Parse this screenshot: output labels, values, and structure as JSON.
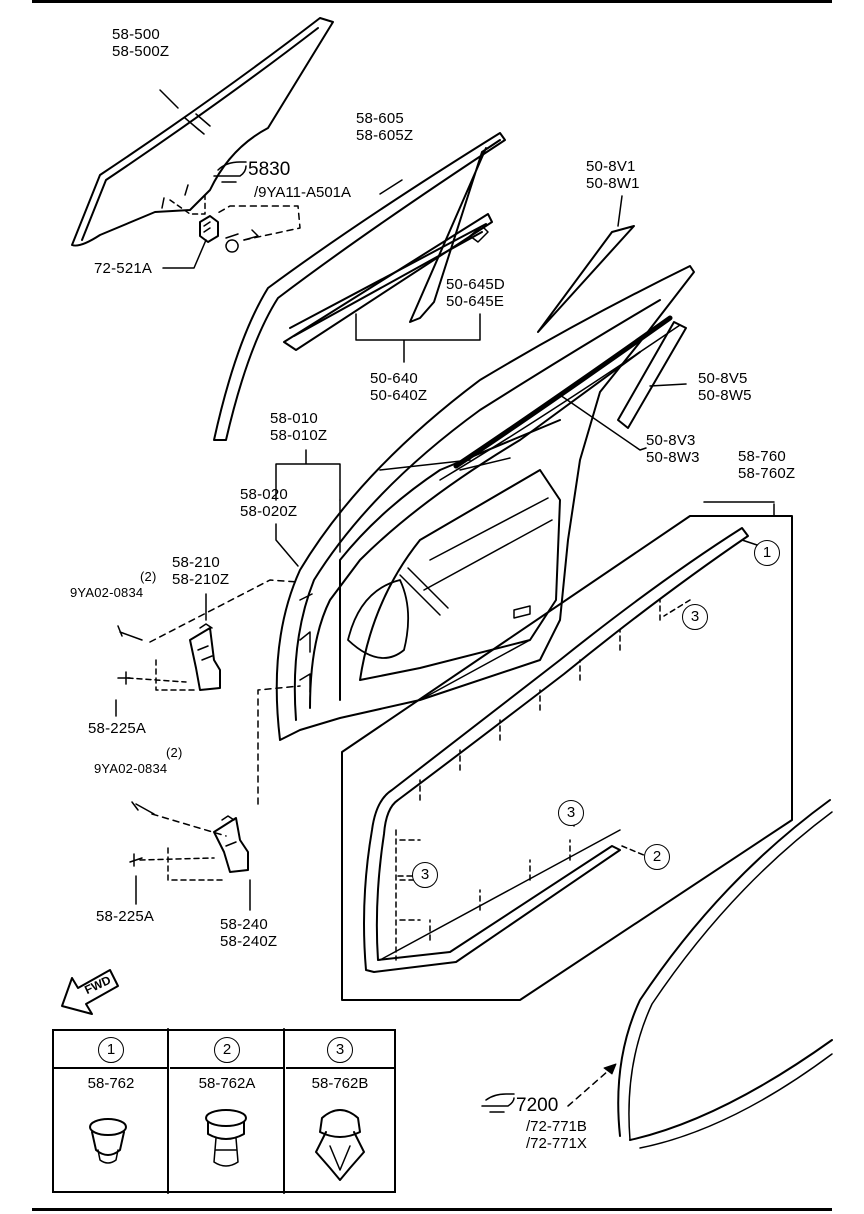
{
  "callouts": {
    "window_glass": [
      "58-500",
      "58-500Z"
    ],
    "glass_channel": [
      "58-605",
      "58-605Z"
    ],
    "ref_5830": "5830",
    "ref_5830_sub": "/9YA11-A501A",
    "glass_clip": "72-521A",
    "triangle_trim": [
      "50-8V1",
      "50-8W1"
    ],
    "outer_clip": [
      "50-645D",
      "50-645E"
    ],
    "beltline_moulding": [
      "50-640",
      "50-640Z"
    ],
    "sash_trim_rear": [
      "50-8V5",
      "50-8W5"
    ],
    "sash_trim_front": [
      "50-8V3",
      "50-8W3"
    ],
    "door_panel": [
      "58-010",
      "58-010Z"
    ],
    "door_shell": [
      "58-020",
      "58-020Z"
    ],
    "weatherstrip": [
      "58-760",
      "58-760Z"
    ],
    "upper_hinge": [
      "58-210",
      "58-210Z"
    ],
    "bolt_upper_qty": "(2)",
    "bolt_upper": "9YA02-0834",
    "nut_upper": "58-225A",
    "bolt_lower_qty": "(2)",
    "bolt_lower": "9YA02-0834",
    "nut_lower": "58-225A",
    "lower_hinge": [
      "58-240",
      "58-240Z"
    ],
    "ref_7200": "7200",
    "ref_7200_sub": [
      "/72-771B",
      "/72-771X"
    ]
  },
  "clip_markers": [
    "1",
    "2",
    "3"
  ],
  "fwd_label": "FWD",
  "legend": [
    {
      "marker": "1",
      "part": "58-762"
    },
    {
      "marker": "2",
      "part": "58-762A"
    },
    {
      "marker": "3",
      "part": "58-762B"
    }
  ],
  "icons": [
    "pointing-hand-icon",
    "fwd-arrow-icon",
    "clip-icon"
  ]
}
